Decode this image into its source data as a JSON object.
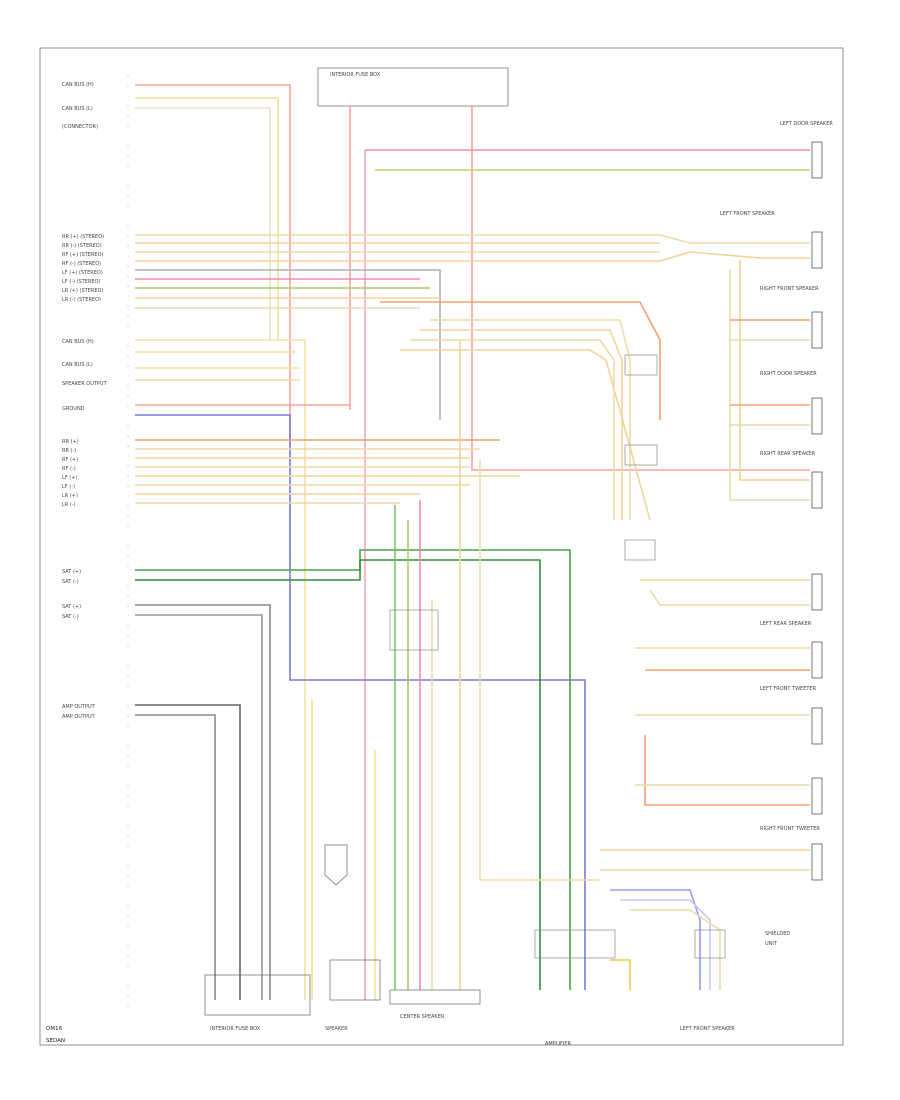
{
  "footer_left": "OM16",
  "footer_bottom": "SEDAN",
  "components": {
    "left_labels_top": [
      "CAN BUS (H)",
      "CAN BUS (L)",
      "(CONNECTOR)"
    ],
    "left_group_a": [
      "RR (+) (STEREO)",
      "RR (-) (STEREO)",
      "RF (+) (STEREO)",
      "RF (-) (STEREO)",
      "LF (+) (STEREO)",
      "LF (-) (STEREO)",
      "LR (+) (STEREO)",
      "LR (-) (STEREO)"
    ],
    "left_group_b": [
      "CAN BUS (H)",
      "CAN BUS (L)",
      "SPEAKER OUTPUT",
      "GROUND"
    ],
    "left_group_c": [
      "RR (+)",
      "RR (-)",
      "RF (+)",
      "RF (-)",
      "LF (+)",
      "LF (-)",
      "LR (+)",
      "LR (-)"
    ],
    "left_group_d": [
      "SAT (+)",
      "SAT (-)",
      "SAT (+)",
      "SAT (-)"
    ],
    "left_group_e": [
      "AMP OUTPUT",
      "AMP OUTPUT"
    ],
    "top_fuse": "INTERIOR FUSE BOX",
    "bottom_labels": [
      "INTERIOR FUSE BOX",
      "SPEAKER",
      "CENTER SPEAKER",
      "AMPLIFIER",
      "LEFT FRONT SPEAKER"
    ],
    "right_labels": [
      "LEFT DOOR SPEAKER",
      "LEFT FRONT SPEAKER",
      "RIGHT FRONT SPEAKER",
      "RIGHT DOOR SPEAKER",
      "RIGHT REAR SPEAKER",
      "LEFT REAR SPEAKER",
      "LEFT FRONT TWEETER",
      "RIGHT FRONT TWEETER"
    ],
    "legend": [
      "SHIELDED",
      "UNIT"
    ]
  }
}
